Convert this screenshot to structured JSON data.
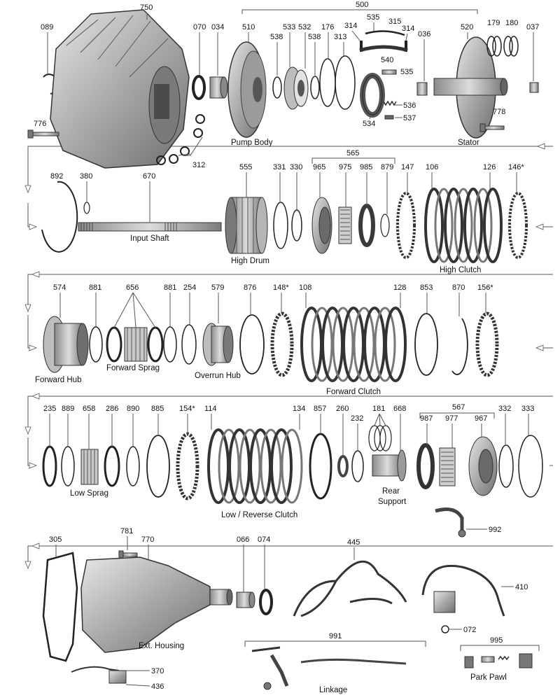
{
  "rows": [
    {
      "group_label": "500",
      "parts": [
        "089",
        "750",
        "070",
        "034",
        "510",
        "538",
        "533",
        "532",
        "538",
        "176",
        "313",
        "314",
        "535",
        "315",
        "314",
        "540",
        "535",
        "536",
        "534",
        "537",
        "036",
        "520",
        "179",
        "180",
        "037",
        "776",
        "312",
        "778"
      ],
      "captions": [
        "Pump Body",
        "Stator"
      ]
    },
    {
      "group_label": "565",
      "parts": [
        "892",
        "380",
        "670",
        "555",
        "331",
        "330",
        "965",
        "975",
        "985",
        "879",
        "147",
        "106",
        "126",
        "146*"
      ],
      "captions": [
        "Input Shaft",
        "High Drum",
        "High Clutch"
      ]
    },
    {
      "parts": [
        "574",
        "881",
        "656",
        "881",
        "254",
        "579",
        "876",
        "148*",
        "108",
        "128",
        "853",
        "870",
        "156*"
      ],
      "captions": [
        "Forward Hub",
        "Forward Sprag",
        "Overrun Hub",
        "Forward Clutch"
      ]
    },
    {
      "group_label": "567",
      "parts": [
        "235",
        "889",
        "658",
        "286",
        "890",
        "885",
        "154*",
        "114",
        "134",
        "857",
        "260",
        "232",
        "181",
        "668",
        "987",
        "977",
        "967",
        "332",
        "333",
        "992"
      ],
      "captions": [
        "Low Sprag",
        "Low / Reverse Clutch",
        "Rear",
        "Support"
      ]
    },
    {
      "parts": [
        "305",
        "781",
        "770",
        "066",
        "074",
        "445",
        "410",
        "072",
        "991",
        "995",
        "370",
        "436"
      ],
      "captions": [
        "Ext. Housing",
        "Linkage",
        "Park Pawl"
      ]
    }
  ]
}
